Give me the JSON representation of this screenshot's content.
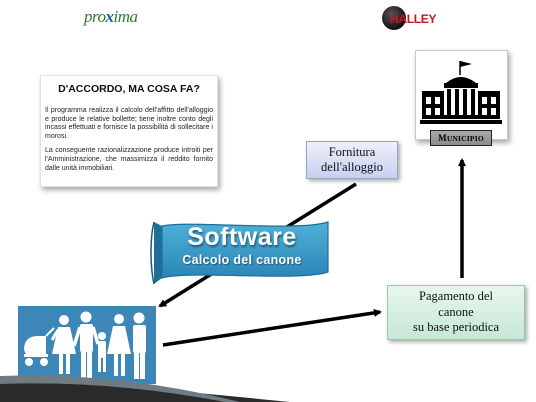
{
  "logos": {
    "proxima": {
      "word_prefix": "pro",
      "word_x": "x",
      "word_suffix": "ima"
    },
    "halley": {
      "word": "HALLEY"
    }
  },
  "infobox": {
    "heading": "D'ACCORDO, MA COSA FA?",
    "paragraph1": "Il programma realizza il calcolo dell'affitto dell'alloggio e produce le relative bollette; tiene inoltre conto degli incassi effettuati e fornisce la possibilità di sollecitare i morosi.",
    "paragraph2": "La conseguente razionalizzazione produce introiti per l'Amministrazione, che massimizza il reddito fornito dalle unità immobiliari."
  },
  "municipio": {
    "first_letter": "M",
    "rest": "UNICIPIO"
  },
  "fornitura": {
    "line1": "Fornitura",
    "line2": "dell'alloggio"
  },
  "software": {
    "title": "Software",
    "subtitle": "Calcolo del canone"
  },
  "pagamento": {
    "line1": "Pagamento del",
    "line2": "canone",
    "line3": "su base periodica"
  },
  "colors": {
    "banner": "#3a9ac6",
    "family_bg": "#3d87b8",
    "arrow": "#000000",
    "fornitura_bg": "#c9cff0",
    "pagamento_bg": "#c6e8d4"
  },
  "icons": [
    "city-hall-icon",
    "family-icon"
  ]
}
